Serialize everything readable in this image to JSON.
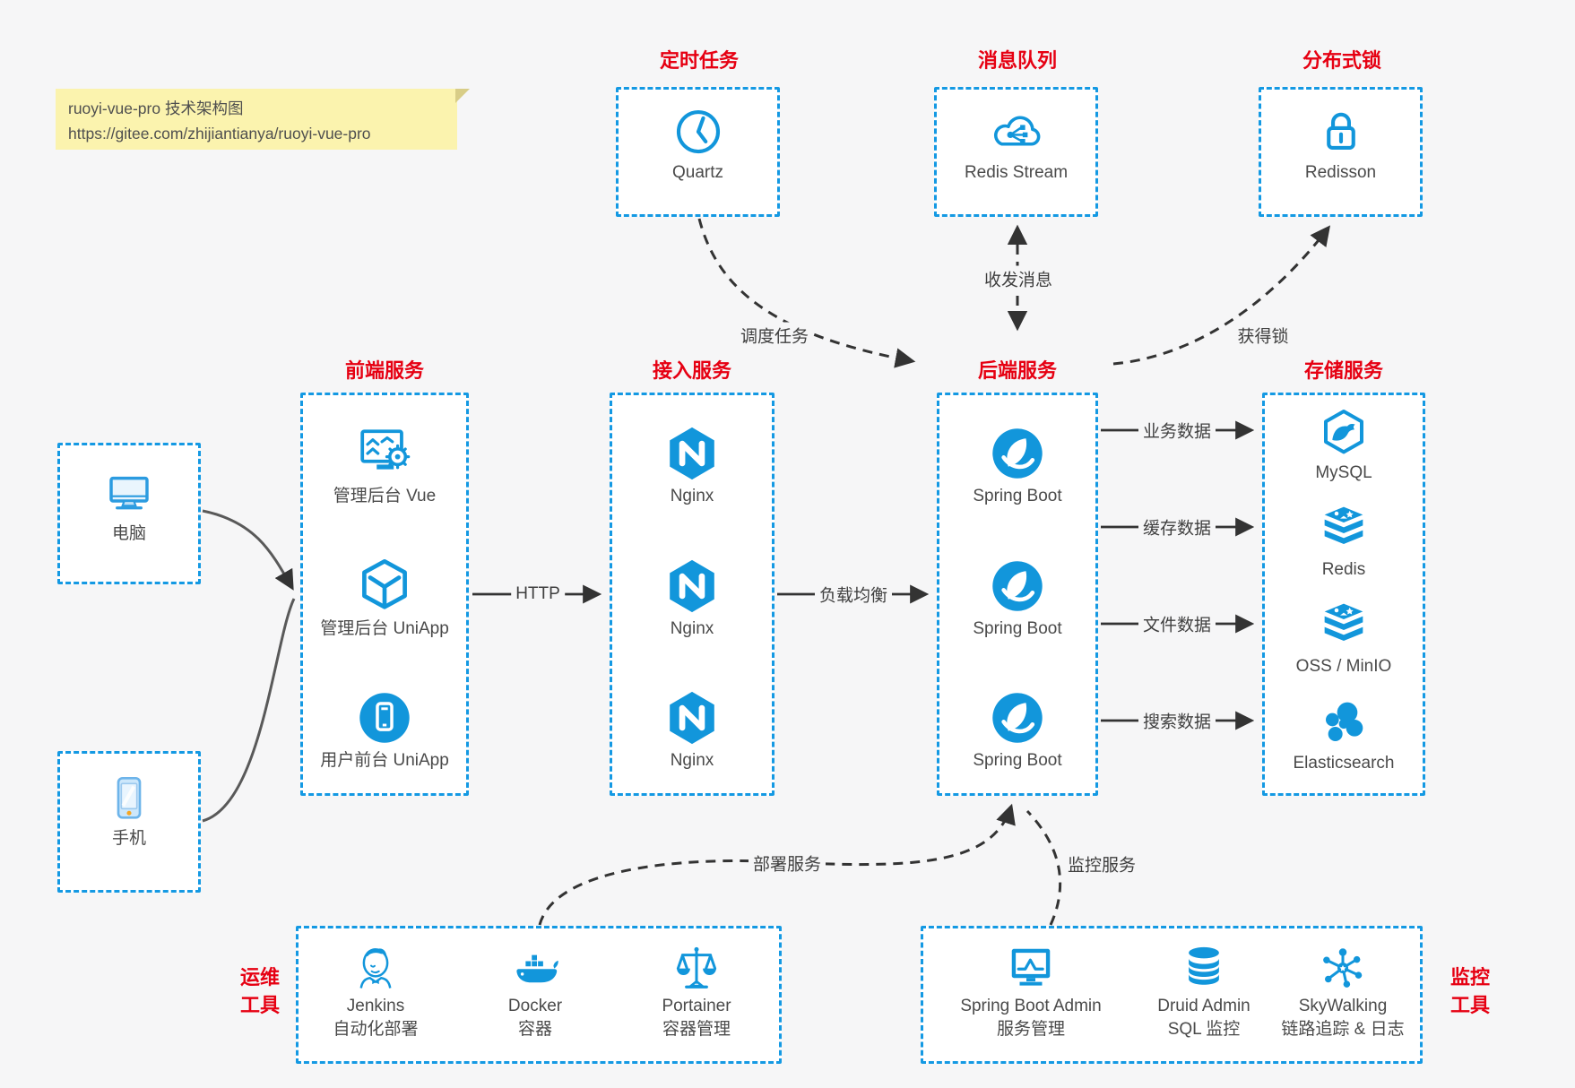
{
  "note": {
    "line1": "ruoyi-vue-pro 技术架构图",
    "line2": "https://gitee.com/zhijiantianya/ruoyi-vue-pro"
  },
  "top_services": [
    {
      "title": "定时任务",
      "name": "Quartz",
      "icon": "clock-icon"
    },
    {
      "title": "消息队列",
      "name": "Redis Stream",
      "icon": "cloud-stream-icon"
    },
    {
      "title": "分布式锁",
      "name": "Redisson",
      "icon": "lock-icon"
    }
  ],
  "clients": [
    {
      "label": "电脑",
      "icon": "desktop-icon"
    },
    {
      "label": "手机",
      "icon": "phone-icon"
    }
  ],
  "frontend": {
    "title": "前端服务",
    "items": [
      {
        "label": "管理后台 Vue",
        "icon": "admin-vue-icon"
      },
      {
        "label": "管理后台 UniApp",
        "icon": "uniapp-cube-icon"
      },
      {
        "label": "用户前台 UniApp",
        "icon": "user-app-icon"
      }
    ]
  },
  "gateway": {
    "title": "接入服务",
    "items": [
      {
        "label": "Nginx",
        "icon": "nginx-icon"
      },
      {
        "label": "Nginx",
        "icon": "nginx-icon"
      },
      {
        "label": "Nginx",
        "icon": "nginx-icon"
      }
    ]
  },
  "backend": {
    "title": "后端服务",
    "items": [
      {
        "label": "Spring Boot",
        "icon": "spring-icon"
      },
      {
        "label": "Spring Boot",
        "icon": "spring-icon"
      },
      {
        "label": "Spring Boot",
        "icon": "spring-icon"
      }
    ]
  },
  "storage": {
    "title": "存储服务",
    "items": [
      {
        "label": "MySQL",
        "icon": "mysql-icon"
      },
      {
        "label": "Redis",
        "icon": "redis-icon"
      },
      {
        "label": "OSS / MinIO",
        "icon": "oss-icon"
      },
      {
        "label": "Elasticsearch",
        "icon": "elasticsearch-icon"
      }
    ]
  },
  "ops": {
    "side_line1": "运维",
    "side_line2": "工具",
    "items": [
      {
        "line1": "Jenkins",
        "line2": "自动化部署",
        "icon": "jenkins-icon"
      },
      {
        "line1": "Docker",
        "line2": "容器",
        "icon": "docker-icon"
      },
      {
        "line1": "Portainer",
        "line2": "容器管理",
        "icon": "portainer-icon"
      }
    ]
  },
  "monitoring": {
    "side_line1": "监控",
    "side_line2": "工具",
    "items": [
      {
        "line1": "Spring Boot Admin",
        "line2": "服务管理",
        "icon": "boot-admin-icon"
      },
      {
        "line1": "Druid Admin",
        "line2": "SQL 监控",
        "icon": "druid-icon"
      },
      {
        "line1": "SkyWalking",
        "line2": "链路追踪 & 日志",
        "icon": "skywalking-icon"
      }
    ]
  },
  "edge_labels": {
    "http": "HTTP",
    "load_balance": "负载均衡",
    "schedule": "调度任务",
    "message": "收发消息",
    "lock": "获得锁",
    "data_business": "业务数据",
    "data_cache": "缓存数据",
    "data_file": "文件数据",
    "data_search": "搜索数据",
    "deploy": "部署服务",
    "monitor": "监控服务"
  },
  "colors": {
    "accent_blue": "#1296db",
    "title_red": "#e60012",
    "text_dark": "#4a4a4a",
    "arrow_dark": "#333333",
    "client_arrow_gray": "#666666",
    "note_bg": "#fbf3ae"
  }
}
